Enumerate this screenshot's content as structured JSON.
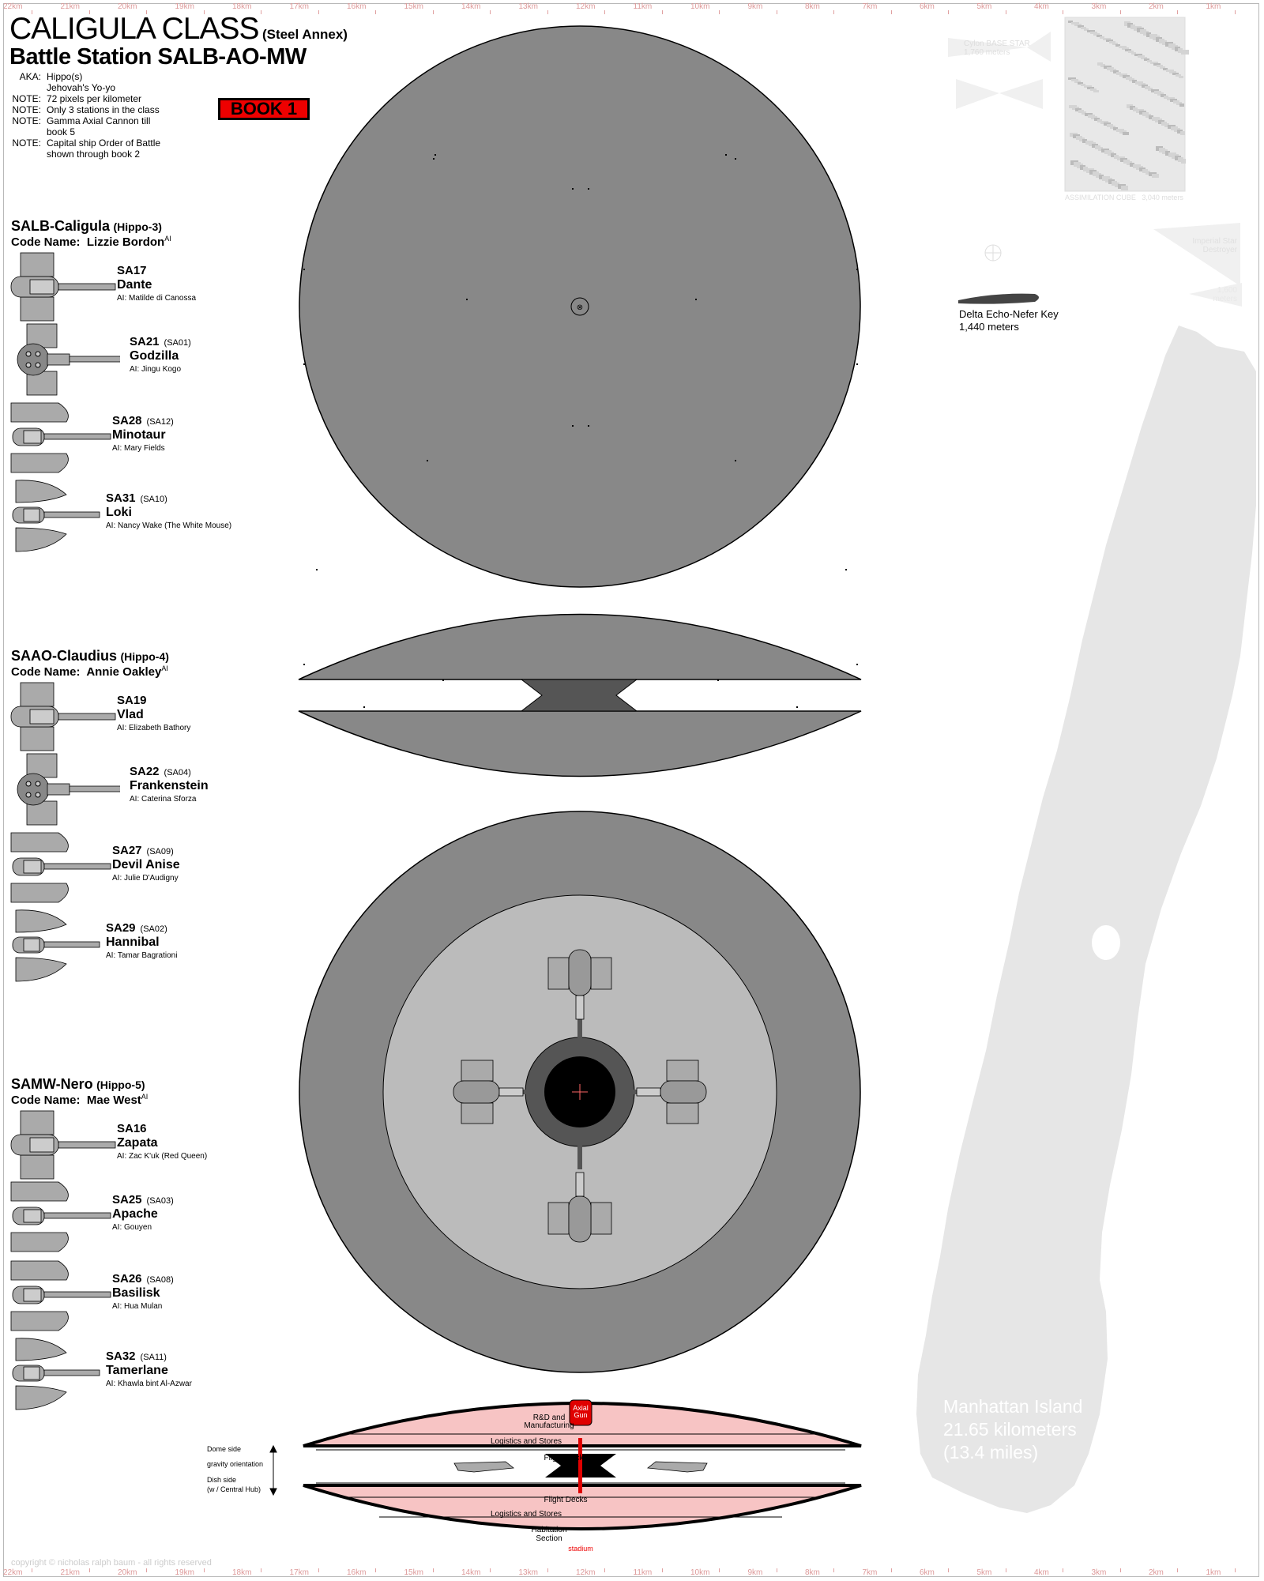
{
  "header": {
    "title": "CALIGULA CLASS",
    "title_suffix": "(Steel Annex)",
    "subtitle": "Battle Station SALB-AO-MW",
    "notes": [
      {
        "key": "AKA:",
        "value": "Hippo(s)"
      },
      {
        "key": "",
        "value": "Jehovah's Yo-yo"
      },
      {
        "key": "NOTE:",
        "value": "72 pixels per kilometer"
      },
      {
        "key": "NOTE:",
        "value": "Only 3 stations in the class"
      },
      {
        "key": "NOTE:",
        "value": "Gamma Axial Cannon till"
      },
      {
        "key": "",
        "value": "book 5"
      },
      {
        "key": "NOTE:",
        "value": "Capital ship Order of Battle"
      },
      {
        "key": "",
        "value": "shown through book 2"
      }
    ],
    "book_badge": "BOOK 1"
  },
  "ruler": {
    "labels": [
      "22km",
      "21km",
      "20km",
      "19km",
      "18km",
      "17km",
      "16km",
      "15km",
      "14km",
      "13km",
      "12km",
      "11km",
      "10km",
      "9km",
      "8km",
      "7km",
      "6km",
      "5km",
      "4km",
      "3km",
      "2km",
      "1km"
    ]
  },
  "groups": [
    {
      "name": "SALB-Caligula",
      "alias": "(Hippo-3)",
      "code_label": "Code Name:",
      "code_name": "Lizzie Bordon",
      "code_sup": "AI",
      "stations": [
        {
          "id": "SA17",
          "alt": "",
          "name": "Dante",
          "ai": "AI: Matilde di Canossa",
          "style": "a"
        },
        {
          "id": "SA21",
          "alt": "(SA01)",
          "name": "Godzilla",
          "ai": "AI: Jingu Kogo",
          "style": "b"
        },
        {
          "id": "SA28",
          "alt": "(SA12)",
          "name": "Minotaur",
          "ai": "AI: Mary Fields",
          "style": "c"
        },
        {
          "id": "SA31",
          "alt": "(SA10)",
          "name": "Loki",
          "ai": "AI: Nancy Wake (The White Mouse)",
          "style": "d"
        }
      ]
    },
    {
      "name": "SAAO-Claudius",
      "alias": "(Hippo-4)",
      "code_label": "Code Name:",
      "code_name": "Annie Oakley",
      "code_sup": "AI",
      "stations": [
        {
          "id": "SA19",
          "alt": "",
          "name": "Vlad",
          "ai": "AI: Elizabeth Bathory",
          "style": "a"
        },
        {
          "id": "SA22",
          "alt": "(SA04)",
          "name": "Frankenstein",
          "ai": "AI: Caterina Sforza",
          "style": "b"
        },
        {
          "id": "SA27",
          "alt": "(SA09)",
          "name": "Devil Anise",
          "ai": "AI: Julie D'Audigny",
          "style": "c"
        },
        {
          "id": "SA29",
          "alt": "(SA02)",
          "name": "Hannibal",
          "ai": "AI: Tamar Bagrationi",
          "style": "d"
        }
      ]
    },
    {
      "name": "SAMW-Nero",
      "alias": "(Hippo-5)",
      "code_label": "Code Name:",
      "code_name": "Mae West",
      "code_sup": "AI",
      "stations": [
        {
          "id": "SA16",
          "alt": "",
          "name": "Zapata",
          "ai": "AI: Zac K'uk (Red Queen)",
          "style": "a"
        },
        {
          "id": "SA25",
          "alt": "(SA03)",
          "name": "Apache",
          "ai": "AI: Gouyen",
          "style": "c"
        },
        {
          "id": "SA26",
          "alt": "(SA08)",
          "name": "Basilisk",
          "ai": "AI: Hua Mulan",
          "style": "c"
        },
        {
          "id": "SA32",
          "alt": "(SA11)",
          "name": "Tamerlane",
          "ai": "AI: Khawla bint Al-Azwar",
          "style": "d"
        }
      ]
    }
  ],
  "comparisons": {
    "cylon": {
      "name": "Cylon BASE STAR",
      "size": "1,760 meters"
    },
    "cube": {
      "name": "ASSIMILATION CUBE",
      "size": "3,040 meters"
    },
    "destroyer": {
      "name": "Imperial Star Destroyer"
    },
    "sd_size": "1,600 meters",
    "key": {
      "name": "Delta Echo-Nefer Key",
      "size": "1,440 meters"
    },
    "manhattan": {
      "name": "Manhattan Island",
      "size_km": "21.65 kilometers",
      "size_mi": "(13.4 miles)"
    }
  },
  "cross_section": {
    "labels": {
      "rd": "R&D and",
      "rd2": "Manufacturing",
      "axial": "Axial",
      "gun": "Gun",
      "logistics_top": "Logistics and Stores",
      "flight_top": "Flight Decks",
      "flight_bottom": "Flight Decks",
      "logistics_bottom": "Logistics and Stores",
      "habitation": "Habitation",
      "section": "Section",
      "stadium": "stadium"
    },
    "legend": {
      "dome": "Dome side",
      "gravity": "gravity  orientation",
      "dish": "Dish side",
      "hub": "(w / Central Hub)"
    }
  },
  "copyright": "copyright © nicholas ralph baum - all rights reserved",
  "colors": {
    "hull": "#888888",
    "hull_light": "#c0c0c0",
    "habitat_pink": "#f7c4c4",
    "axial_red": "#e00000",
    "ruler": "#e0a0a0"
  }
}
